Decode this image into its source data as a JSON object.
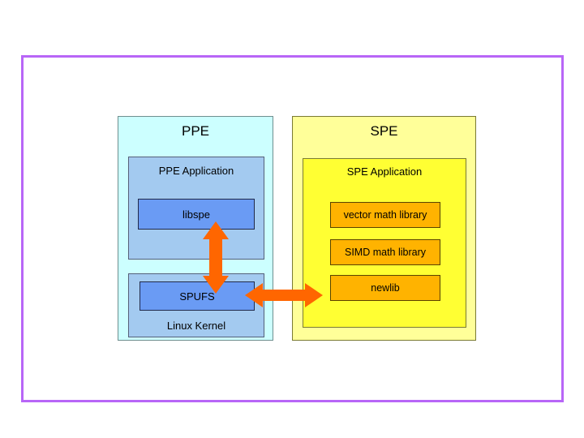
{
  "slide": {
    "frame_color": "#b866f7",
    "background": "#ffffff"
  },
  "ppe": {
    "title": "PPE",
    "box_color": "#ccffff",
    "application": {
      "title": "PPE Application",
      "box_color": "#a3caf0",
      "children": [
        {
          "label": "libspe",
          "color": "#6a9bf4"
        }
      ]
    },
    "kernel": {
      "title": "Linux Kernel",
      "box_color": "#a3caf0",
      "children": [
        {
          "label": "SPUFS",
          "color": "#6a9bf4"
        }
      ]
    }
  },
  "spe": {
    "title": "SPE",
    "box_color": "#ffff99",
    "application": {
      "title": "SPE Application",
      "box_color": "#ffff33",
      "libraries": [
        {
          "label": "vector math library",
          "color": "#ffb300"
        },
        {
          "label": "SIMD math library",
          "color": "#ffb300"
        },
        {
          "label": "newlib",
          "color": "#ffb300"
        }
      ]
    }
  },
  "arrows": [
    {
      "name": "libspe-spufs-arrow",
      "orientation": "vertical",
      "double_headed": true,
      "color": "#ff6600",
      "from": "libspe",
      "to": "SPUFS"
    },
    {
      "name": "spufs-newlib-arrow",
      "orientation": "horizontal",
      "double_headed": true,
      "color": "#ff6600",
      "from": "SPUFS",
      "to": "newlib"
    }
  ]
}
